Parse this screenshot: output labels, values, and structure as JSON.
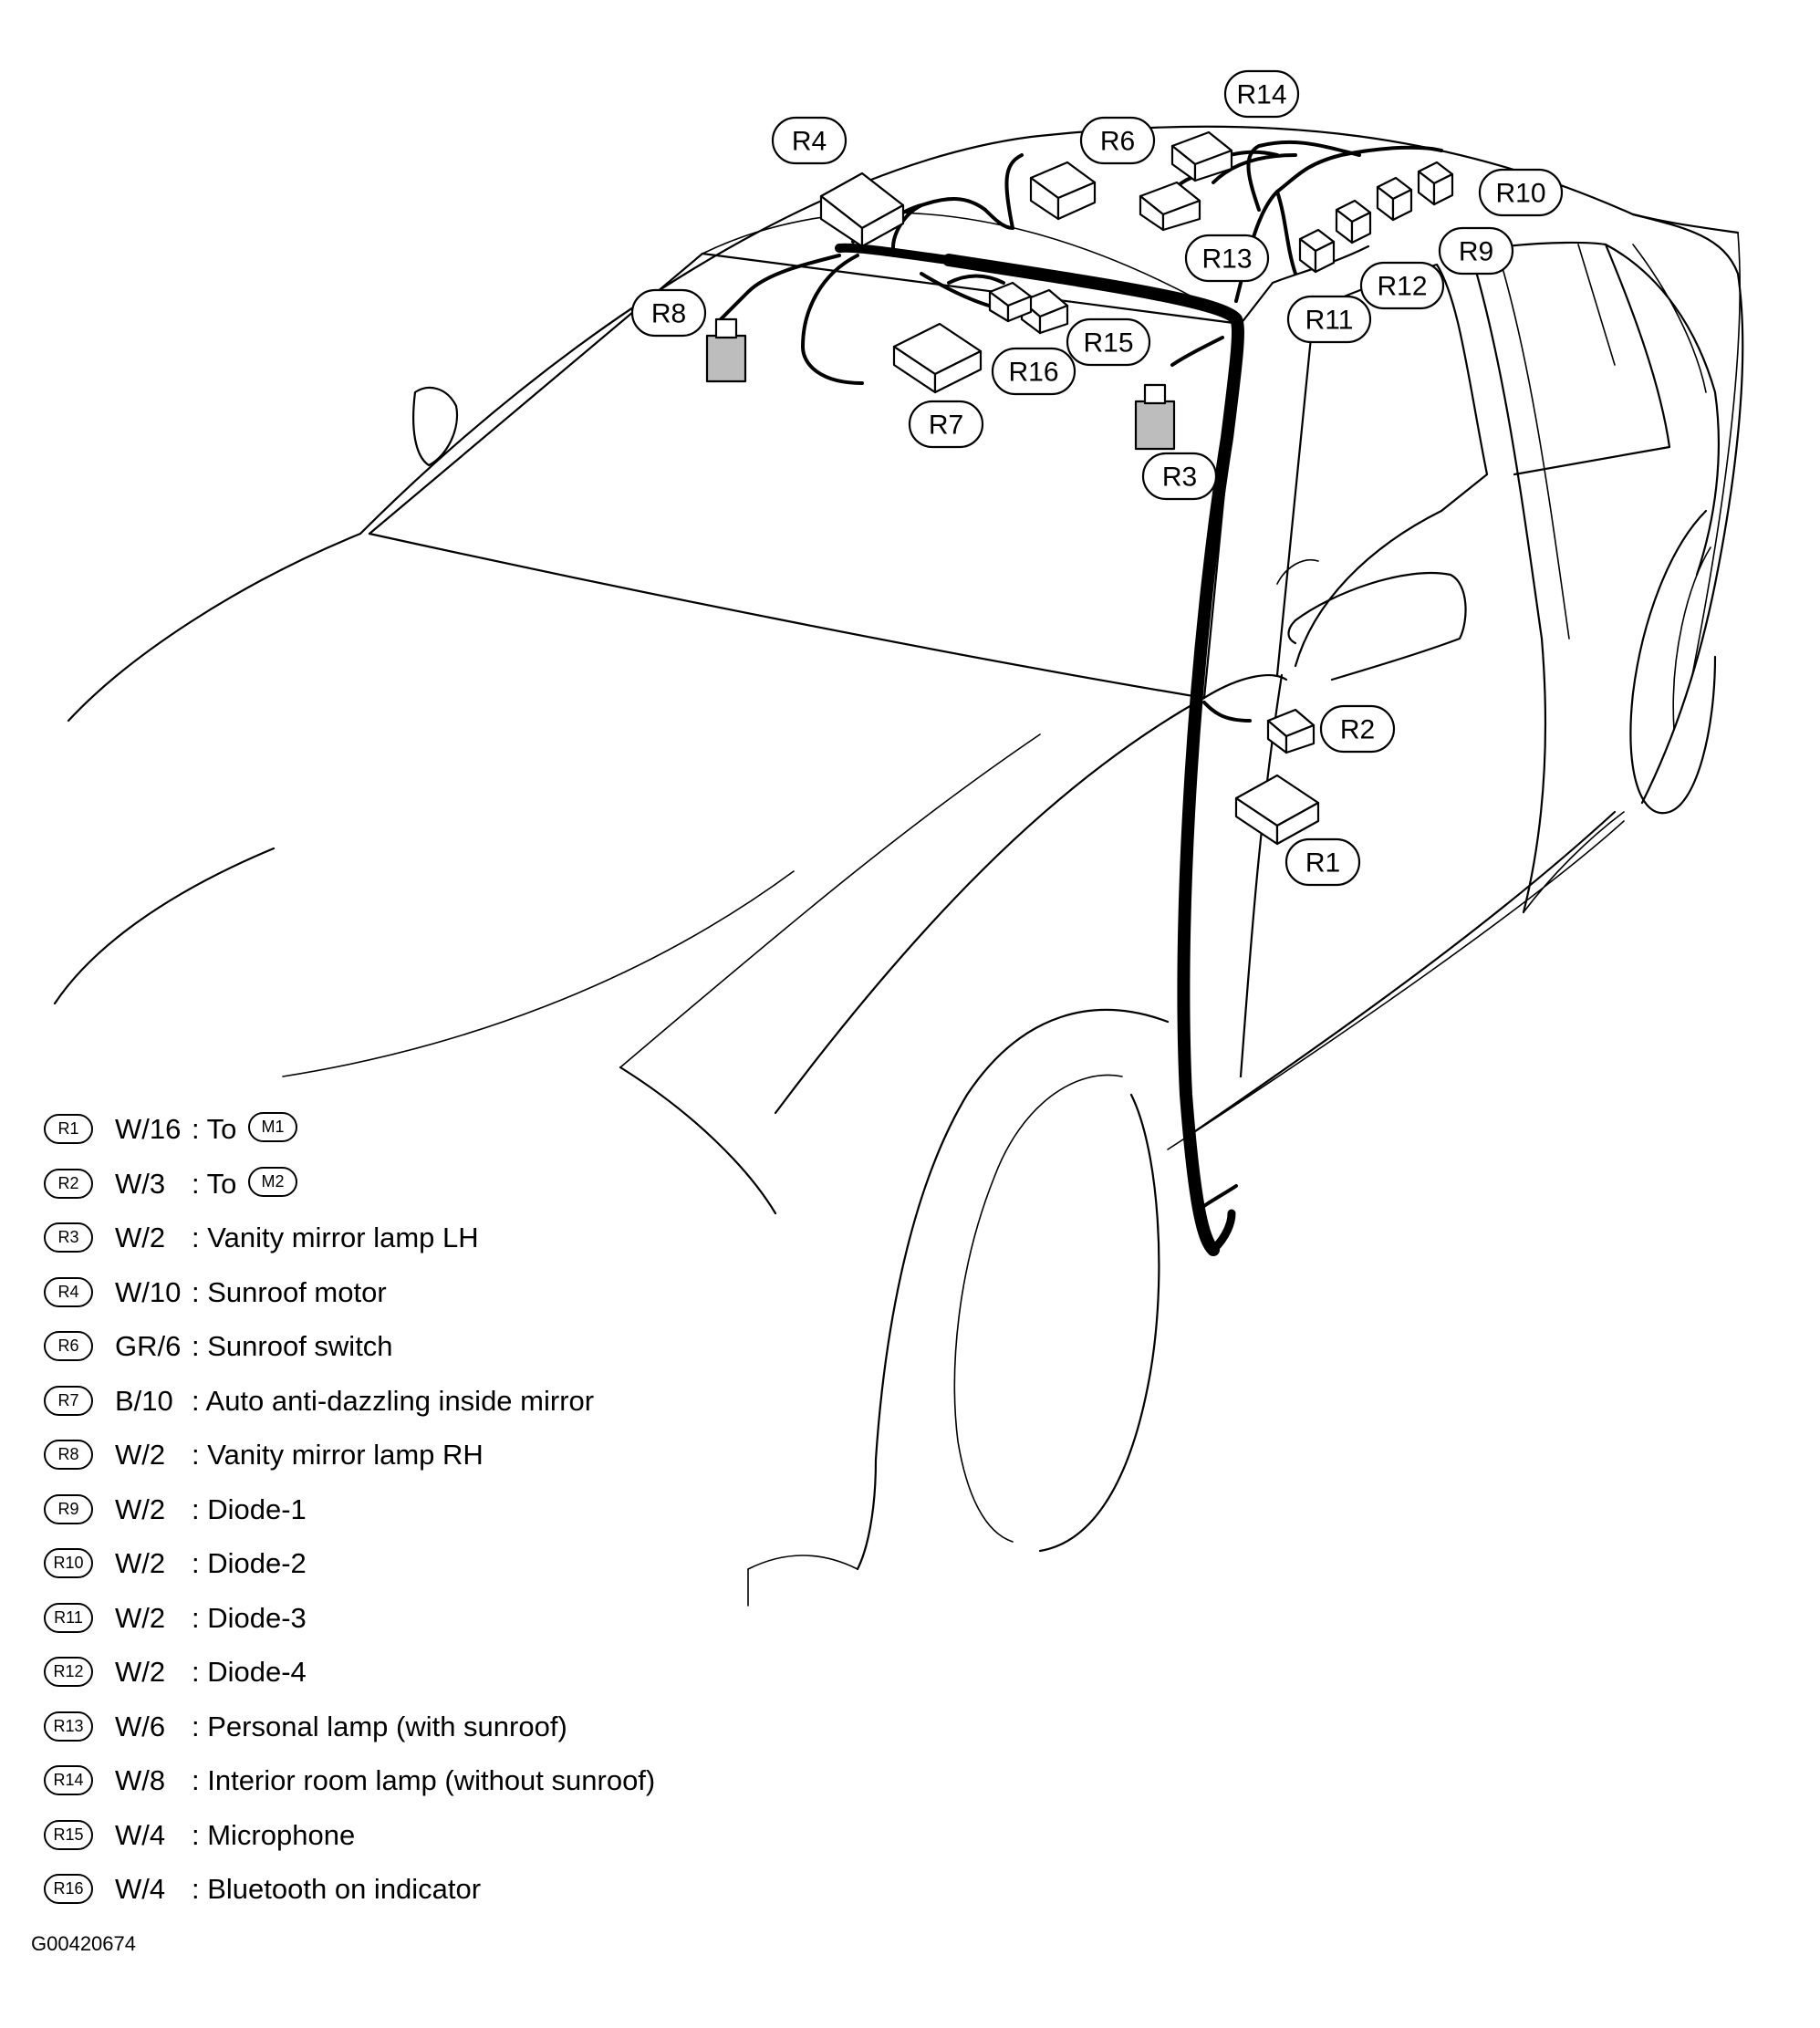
{
  "callouts": [
    {
      "id": "r1",
      "label": "R1"
    },
    {
      "id": "r2",
      "label": "R2"
    },
    {
      "id": "r3",
      "label": "R3"
    },
    {
      "id": "r4",
      "label": "R4"
    },
    {
      "id": "r6",
      "label": "R6"
    },
    {
      "id": "r7",
      "label": "R7"
    },
    {
      "id": "r8",
      "label": "R8"
    },
    {
      "id": "r9",
      "label": "R9"
    },
    {
      "id": "r10",
      "label": "R10"
    },
    {
      "id": "r11",
      "label": "R11"
    },
    {
      "id": "r12",
      "label": "R12"
    },
    {
      "id": "r13",
      "label": "R13"
    },
    {
      "id": "r14",
      "label": "R14"
    },
    {
      "id": "r15",
      "label": "R15"
    },
    {
      "id": "r16",
      "label": "R16"
    }
  ],
  "legend": [
    {
      "badge": "R1",
      "wire": "W/16",
      "desc": ": To",
      "target": "M1"
    },
    {
      "badge": "R2",
      "wire": "W/3",
      "desc": ": To",
      "target": "M2"
    },
    {
      "badge": "R3",
      "wire": "W/2",
      "desc": ": Vanity mirror lamp LH"
    },
    {
      "badge": "R4",
      "wire": "W/10",
      "desc": ": Sunroof motor"
    },
    {
      "badge": "R6",
      "wire": "GR/6",
      "desc": ": Sunroof switch"
    },
    {
      "badge": "R7",
      "wire": "B/10",
      "desc": ": Auto anti-dazzling inside mirror"
    },
    {
      "badge": "R8",
      "wire": "W/2",
      "desc": ": Vanity mirror lamp RH"
    },
    {
      "badge": "R9",
      "wire": "W/2",
      "desc": ": Diode-1"
    },
    {
      "badge": "R10",
      "wire": "W/2",
      "desc": ": Diode-2"
    },
    {
      "badge": "R11",
      "wire": "W/2",
      "desc": ": Diode-3"
    },
    {
      "badge": "R12",
      "wire": "W/2",
      "desc": ": Diode-4"
    },
    {
      "badge": "R13",
      "wire": "W/6",
      "desc": ": Personal lamp (with sunroof)"
    },
    {
      "badge": "R14",
      "wire": "W/8",
      "desc": ": Interior room lamp (without sunroof)"
    },
    {
      "badge": "R15",
      "wire": "W/4",
      "desc": ": Microphone"
    },
    {
      "badge": "R16",
      "wire": "W/4",
      "desc": ": Bluetooth on indicator"
    }
  ],
  "figure_id": "G00420674"
}
